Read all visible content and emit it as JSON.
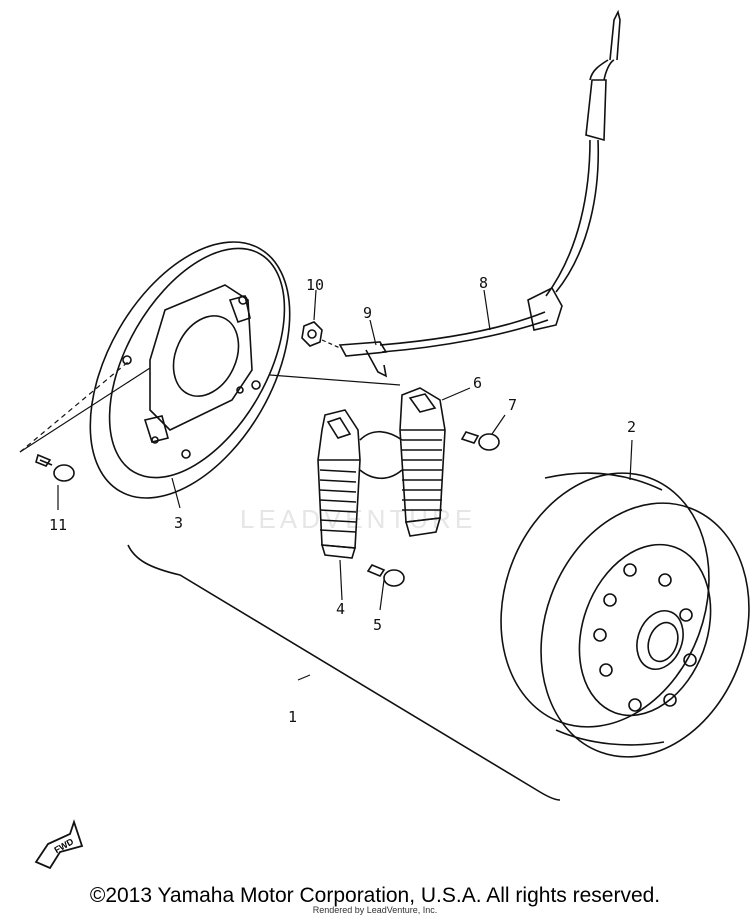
{
  "callouts": [
    "1",
    "2",
    "3",
    "4",
    "5",
    "6",
    "7",
    "8",
    "9",
    "10",
    "11"
  ],
  "watermark": "LEADVENTURE",
  "fwd_label": "FWD",
  "copyright": "©2013 Yamaha Motor Corporation, U.S.A. All rights reserved.",
  "rendered_by": "Rendered by LeadVenture, Inc."
}
